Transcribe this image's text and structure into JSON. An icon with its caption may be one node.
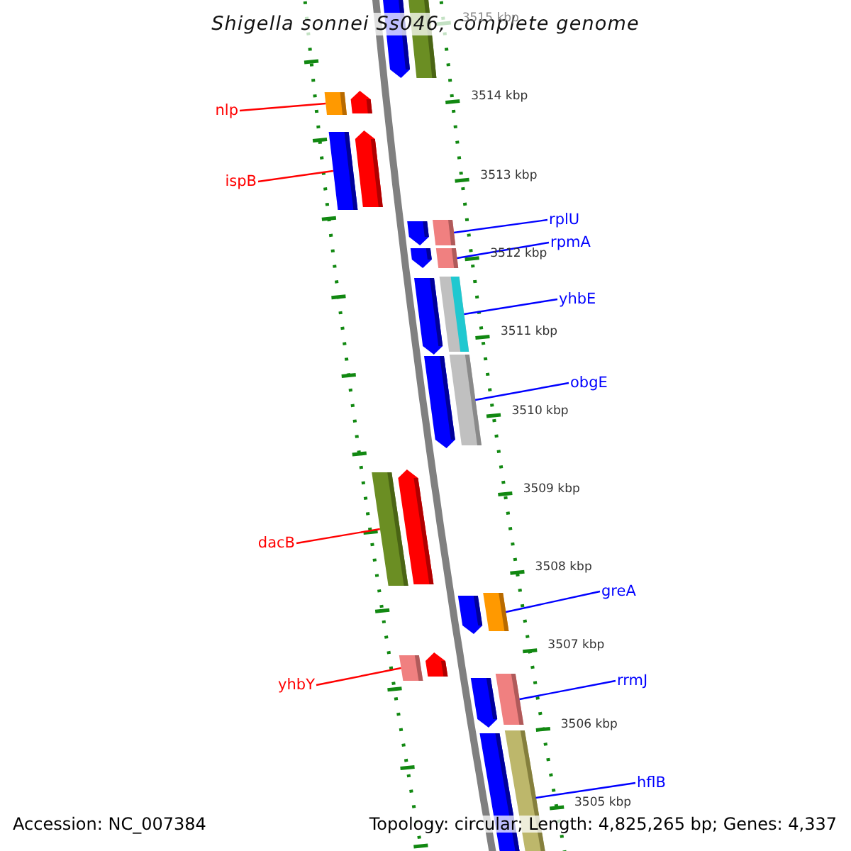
{
  "diagram": {
    "title": "Shigella sonnei Ss046, complete genome",
    "nodes": [
      {
        "text": [
          "nlp"
        ]
      },
      {
        "text": [],
        "shape": "bar"
      },
      {
        "text": [
          "ispB"
        ]
      },
      {
        "text": [],
        "shape": "bar"
      },
      {
        "text": [
          "rplU"
        ]
      },
      {
        "text": [],
        "shape": "bar"
      },
      {
        "text": [
          "rpmA"
        ]
      },
      {
        "text": [],
        "shape": "bar"
      },
      {
        "text": [
          "yhbE"
        ]
      },
      {
        "text": [],
        "shape": "bar"
      },
      {
        "text": [
          "obgE"
        ]
      },
      {
        "text": [],
        "shape": "bar"
      },
      {
        "text": [
          "dacB"
        ]
      },
      {
        "text": [],
        "shape": "bar"
      },
      {
        "text": [
          "greA"
        ]
      },
      {
        "text": [],
        "shape": "bar"
      },
      {
        "text": [
          "yhbY"
        ]
      },
      {
        "text": [],
        "shape": "bar"
      },
      {
        "text": [
          "rrmJ"
        ]
      },
      {
        "text": [],
        "shape": "bar"
      },
      {
        "text": [
          "hflB"
        ]
      },
      {
        "text": [],
        "shape": "bar"
      },
      {
        "text": [],
        "shape": "arrow"
      },
      {
        "text": [],
        "shape": "bar"
      },
      {
        "text": [],
        "shape": "arrow"
      },
      {
        "text": [],
        "shape": "arrow"
      },
      {
        "text": [],
        "shape": "arrow"
      },
      {
        "text": [],
        "shape": "arrow"
      },
      {
        "text": [],
        "shape": "arrow"
      },
      {
        "text": [],
        "shape": "arrow"
      },
      {
        "text": [],
        "shape": "arrow"
      },
      {
        "text": [],
        "shape": "arrow"
      },
      {
        "text": [],
        "shape": "arrow"
      },
      {
        "text": [],
        "shape": "arrow"
      },
      {
        "text": [],
        "shape": "bar"
      }
    ],
    "edges": [
      {
        "from": 0,
        "to": 1,
        "arrow": "none",
        "color": "#ff0000"
      },
      {
        "from": 2,
        "to": 3,
        "arrow": "none",
        "color": "#ff0000"
      },
      {
        "from": 4,
        "to": 5,
        "arrow": "none"
      },
      {
        "from": 6,
        "to": 7,
        "arrow": "none"
      },
      {
        "from": 8,
        "to": 9,
        "arrow": "none"
      },
      {
        "from": 10,
        "to": 11,
        "arrow": "none"
      },
      {
        "from": 12,
        "to": 13,
        "arrow": "none",
        "color": "#ff0000"
      },
      {
        "from": 14,
        "to": 15,
        "arrow": "none"
      },
      {
        "from": 16,
        "to": 17,
        "arrow": "none",
        "color": "#ff0000"
      },
      {
        "from": 18,
        "to": 19,
        "arrow": "none"
      },
      {
        "from": 20,
        "to": 21,
        "arrow": "none"
      }
    ],
    "labels": [
      "3515 kbp",
      "3514 kbp",
      "3513 kbp",
      "3512 kbp",
      "3511 kbp",
      "3510 kbp",
      "3509 kbp",
      "3508 kbp",
      "3507 kbp",
      "3506 kbp",
      "3505 kbp",
      "Accession: NC_007384",
      "Topology: circular; Length: 4,825,265 bp; Genes: 4,337"
    ]
  }
}
